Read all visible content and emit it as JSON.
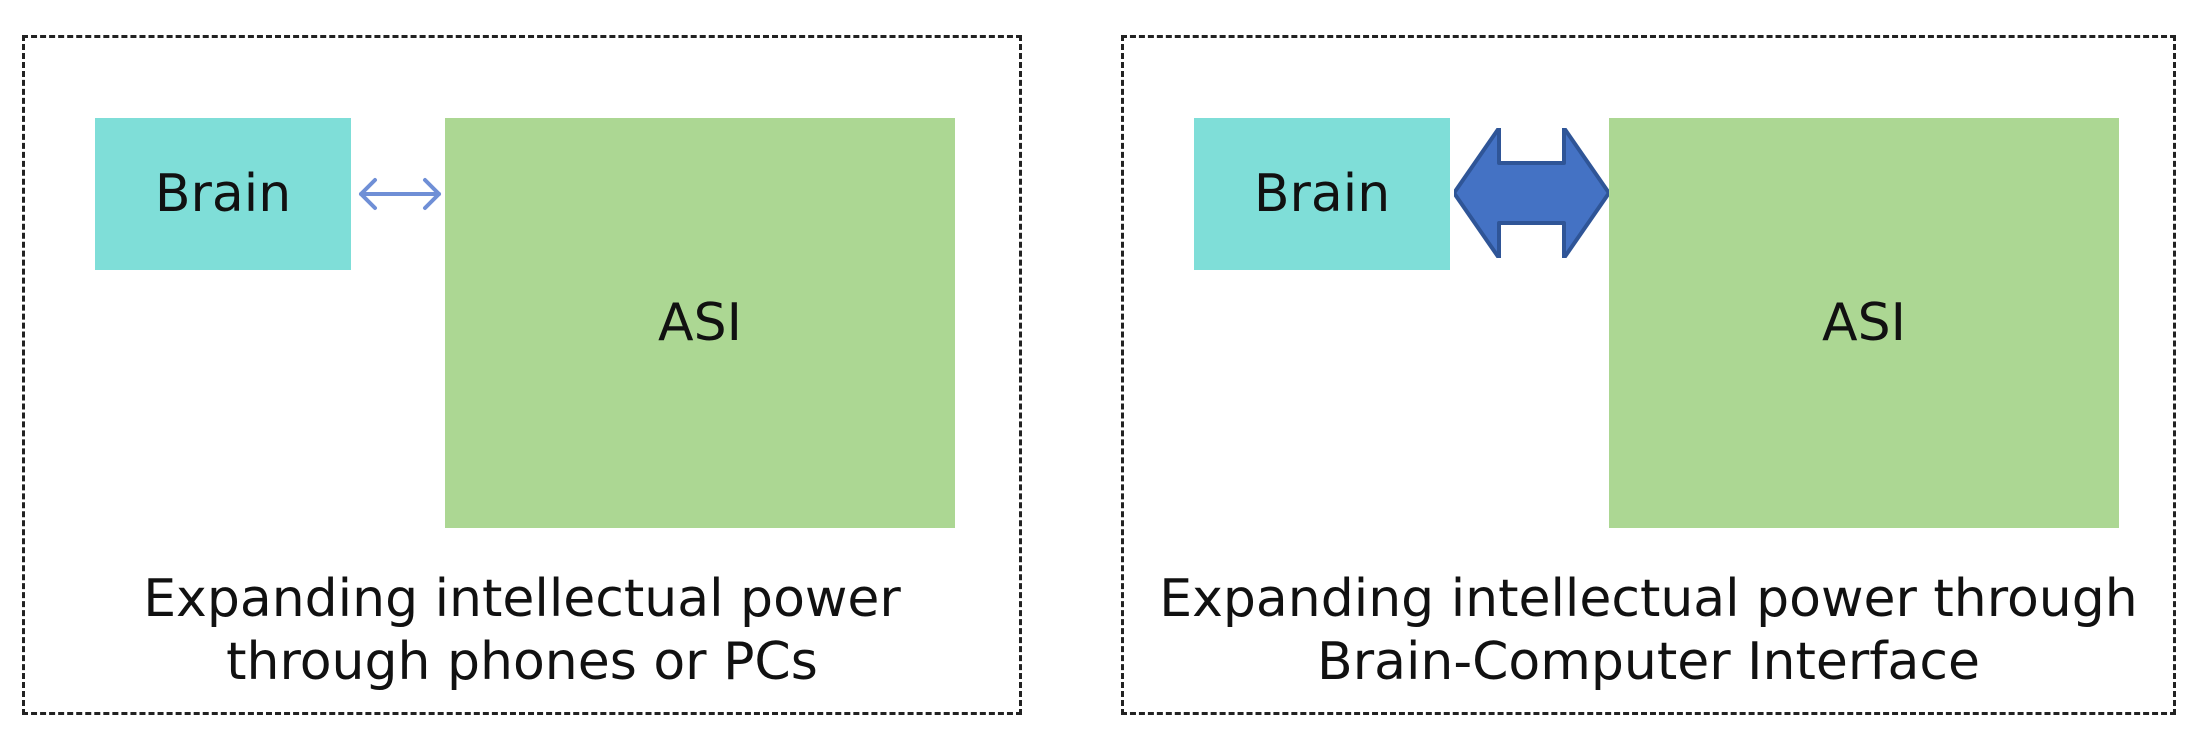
{
  "panels": [
    {
      "brain_label": "Brain",
      "asi_label": "ASI",
      "caption_line1": "Expanding intellectual power",
      "caption_line2": "through phones or PCs"
    },
    {
      "brain_label": "Brain",
      "asi_label": "ASI",
      "caption_line1": "Expanding intellectual power through",
      "caption_line2": "Brain-Computer Interface"
    }
  ],
  "colors": {
    "brain_fill": "#7fded8",
    "asi_fill": "#acd793",
    "arrow_blue": "#4472c4",
    "thin_arrow_blue": "#6f8fd6",
    "border_dark": "#222222"
  }
}
